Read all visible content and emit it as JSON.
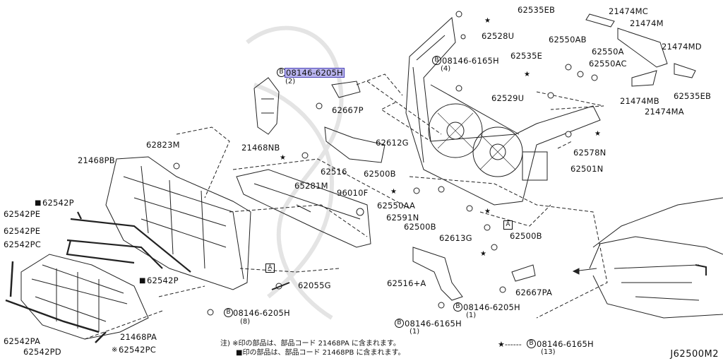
{
  "diagram_code": "J62500M2",
  "highlight": {
    "part_no": "08146-6205H",
    "qty": "(2)"
  },
  "labels": [
    {
      "text": "62535EB",
      "name": "part-62535eb-top"
    },
    {
      "text": "21474MC",
      "name": "part-21474mc"
    },
    {
      "text": "21474M",
      "name": "part-21474m"
    },
    {
      "text": "62528U",
      "name": "part-62528u"
    },
    {
      "text": "62550AB",
      "name": "part-62550ab"
    },
    {
      "text": "21474MD",
      "name": "part-21474md"
    },
    {
      "text": "62550A",
      "name": "part-62550a"
    },
    {
      "text": "62535E",
      "name": "part-62535e"
    },
    {
      "text": "62550AC",
      "name": "part-62550ac"
    },
    {
      "text": "62535EB",
      "name": "part-62535eb-right"
    },
    {
      "text": "21474MB",
      "name": "part-21474mb"
    },
    {
      "text": "21474MA",
      "name": "part-21474ma"
    },
    {
      "text": "62529U",
      "name": "part-62529u"
    },
    {
      "text": "62667P",
      "name": "part-62667p"
    },
    {
      "text": "21468NB",
      "name": "part-21468nb"
    },
    {
      "text": "62823M",
      "name": "part-62823m"
    },
    {
      "text": "21468PB",
      "name": "part-21468pb"
    },
    {
      "text": "62516",
      "name": "part-62516"
    },
    {
      "text": "62612G",
      "name": "part-62612g"
    },
    {
      "text": "62578N",
      "name": "part-62578n"
    },
    {
      "text": "62501N",
      "name": "part-62501n"
    },
    {
      "text": "62500B",
      "name": "part-62500b-1"
    },
    {
      "text": "65281M",
      "name": "part-65281m"
    },
    {
      "text": "96010F",
      "name": "part-96010f"
    },
    {
      "text": "62550AA",
      "name": "part-62550aa"
    },
    {
      "text": "62591N",
      "name": "part-62591n"
    },
    {
      "text": "62500B",
      "name": "part-62500b-2"
    },
    {
      "text": "62613G",
      "name": "part-62613g"
    },
    {
      "text": "62500B",
      "name": "part-62500b-3"
    },
    {
      "text": "62542P",
      "name": "part-62542p-top"
    },
    {
      "text": "62542PE",
      "name": "part-62542pe-1"
    },
    {
      "text": "62542PE",
      "name": "part-62542pe-2"
    },
    {
      "text": "62542PC",
      "name": "part-62542pc-left"
    },
    {
      "text": "62542P",
      "name": "part-62542p-bottom"
    },
    {
      "text": "62055G",
      "name": "part-62055g"
    },
    {
      "text": "62516+A",
      "name": "part-62516a"
    },
    {
      "text": "62667PA",
      "name": "part-62667pa"
    },
    {
      "text": "21468PA",
      "name": "part-21468pa"
    },
    {
      "text": "62542PA",
      "name": "part-62542pa"
    },
    {
      "text": "62542PD",
      "name": "part-62542pd"
    },
    {
      "text": "62542PC",
      "name": "part-62542pc-bottom"
    }
  ],
  "bolt_refs": [
    {
      "part": "08146-6165H",
      "qty": "(4)",
      "name": "bolt-08146-6165h-top"
    },
    {
      "part": "08146-6205H",
      "qty": "(8)",
      "name": "bolt-08146-6205h-bottom"
    },
    {
      "part": "08146-6205H",
      "qty": "(1)",
      "name": "bolt-08146-6205h-center"
    },
    {
      "part": "08146-6165H",
      "qty": "(1)",
      "name": "bolt-08146-6165h-center"
    }
  ],
  "legend": {
    "prefix": "★------",
    "part": "08146-6165H",
    "qty": "(13)"
  },
  "notes": {
    "line1": "注) ※印の部品は、部品コード 21468PA に含まれます。",
    "line2": "■印の部品は、部品コード 21468PB に含まれます。"
  },
  "markers": {
    "circle_b": "B",
    "box_a": "A",
    "star": "★",
    "square": "■",
    "kome": "※"
  }
}
